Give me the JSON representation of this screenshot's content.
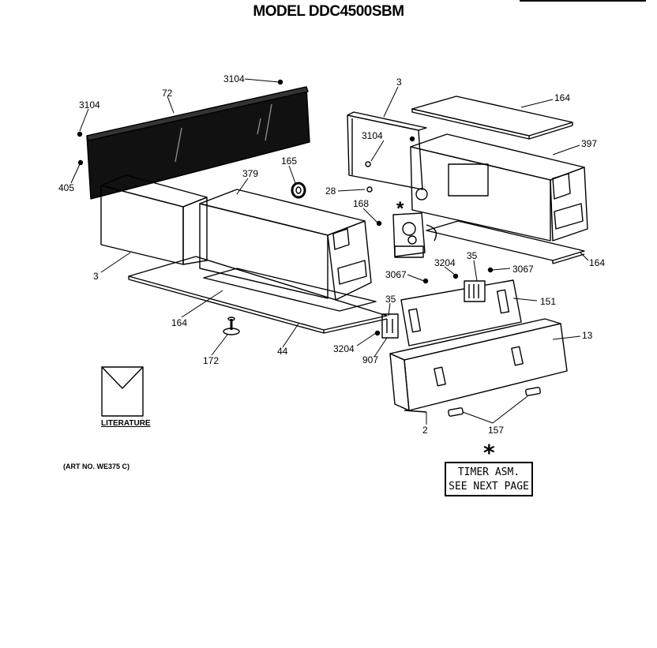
{
  "title": "MODEL DDC4500SBM",
  "art_no": "(ART NO. WE375 C)",
  "literature_label": "LITERATURE",
  "timer_note": {
    "star": "*",
    "line1": "TIMER ASM.",
    "line2": "SEE NEXT PAGE"
  },
  "callouts": {
    "c3104_top": "3104",
    "c72": "72",
    "c3104_left": "3104",
    "c405": "405",
    "c3_top": "3",
    "c3104_mid": "3104",
    "c164_top": "164",
    "c397": "397",
    "c379": "379",
    "c165": "165",
    "c28": "28",
    "c168": "168",
    "c3_left": "3",
    "c164_right": "164",
    "c3204_mid": "3204",
    "c35_mid": "35",
    "c3067_left": "3067",
    "c3067_right": "3067",
    "c151": "151",
    "c35_low": "35",
    "c164_low": "164",
    "c13": "13",
    "c3204_low": "3204",
    "c907": "907",
    "c172": "172",
    "c44": "44",
    "c2": "2",
    "c157": "157",
    "star_timer": "*"
  }
}
